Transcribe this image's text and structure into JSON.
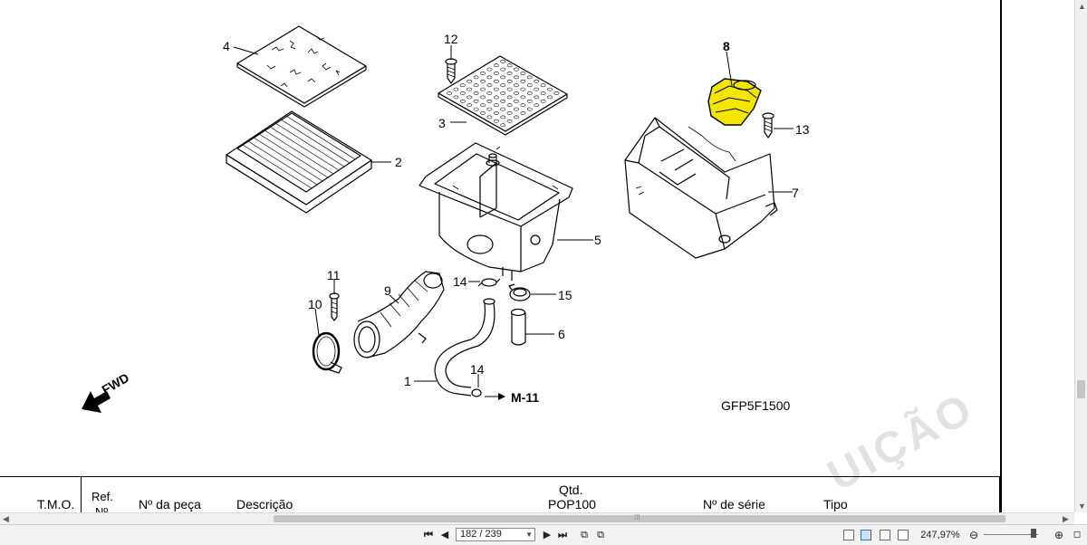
{
  "diagram": {
    "callouts": {
      "c1": "1",
      "c2": "2",
      "c3": "3",
      "c4": "4",
      "c5": "5",
      "c6": "6",
      "c7": "7",
      "c8": "8",
      "c9": "9",
      "c10": "10",
      "c11": "11",
      "c12": "12",
      "c13": "13",
      "c14a": "14",
      "c14b": "14",
      "c15": "15"
    },
    "fwd_label": "FWD",
    "ref_label": "M-11",
    "figure_code": "GFP5F1500",
    "highlight_color": "#f2e600"
  },
  "watermark": "UIÇÃO",
  "table": {
    "tmo": "T.M.O.",
    "ref_top": "Ref.",
    "ref_bottom": "Nº",
    "part_number": "Nº da peça",
    "description": "Descrição",
    "qty_top": "Qtd.",
    "qty_bottom": "POP100",
    "serial": "Nº de série",
    "type": "Tipo"
  },
  "statusbar": {
    "page_value": "182 / 239",
    "zoom": "247,97%"
  }
}
